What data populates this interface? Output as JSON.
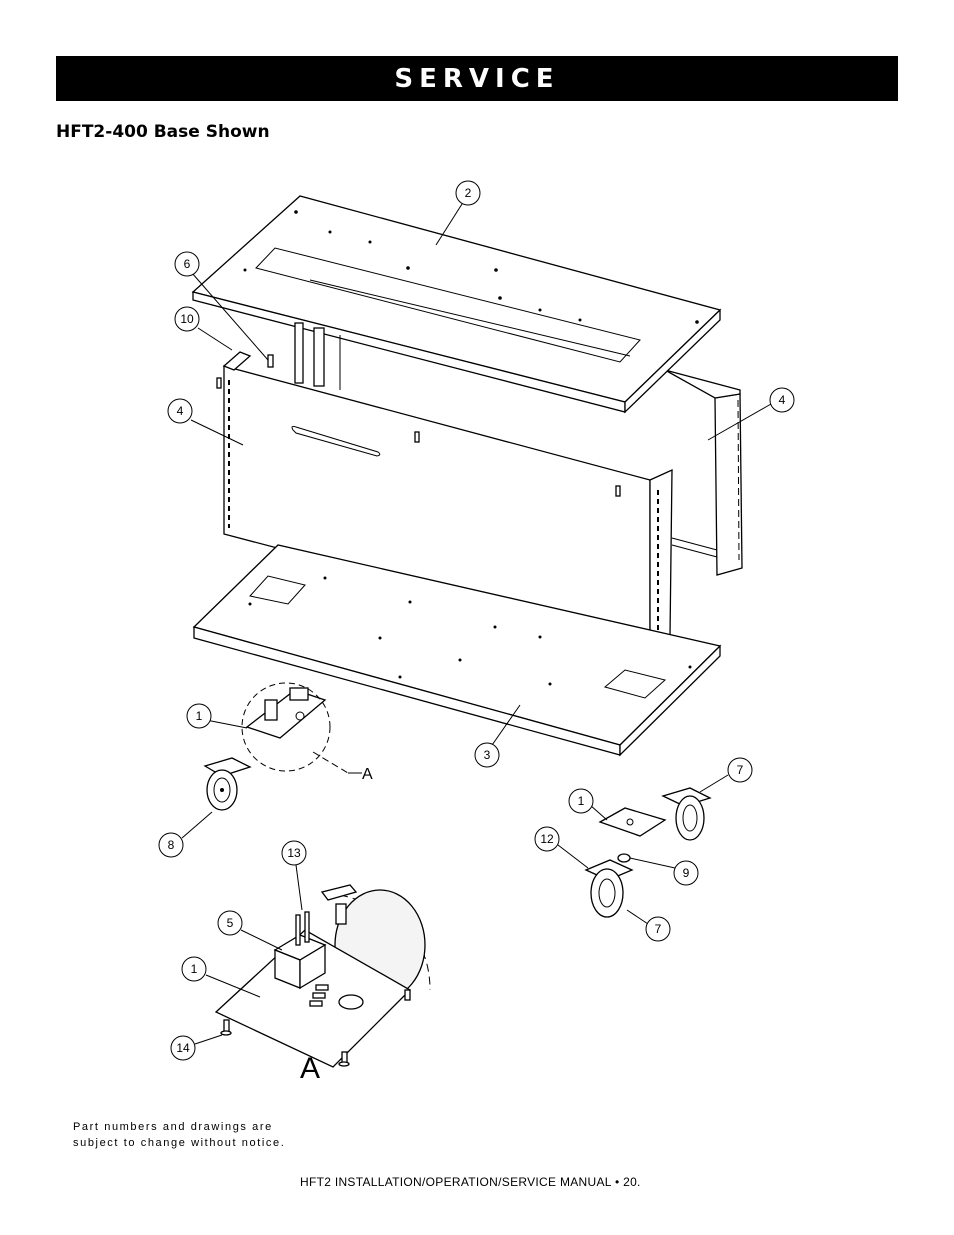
{
  "header": {
    "title": "SERVICE"
  },
  "section": {
    "title": "HFT2-400 Base Shown"
  },
  "callouts": {
    "c2": "2",
    "c6": "6",
    "c10": "10",
    "c4a": "4",
    "c4b": "4",
    "c1a": "1",
    "c3": "3",
    "c8": "8",
    "c7a": "7",
    "c1b": "1",
    "c12": "12",
    "c9": "9",
    "c7b": "7",
    "c13": "13",
    "c5": "5",
    "c1c": "1",
    "c14": "14"
  },
  "detail": {
    "label_small": "A",
    "label_large": "A"
  },
  "disclaimer": {
    "line1": "Part numbers and drawings are",
    "line2": "subject to change without notice."
  },
  "footer": {
    "text": "HFT2 INSTALLATION/OPERATION/SERVICE MANUAL •  20."
  }
}
